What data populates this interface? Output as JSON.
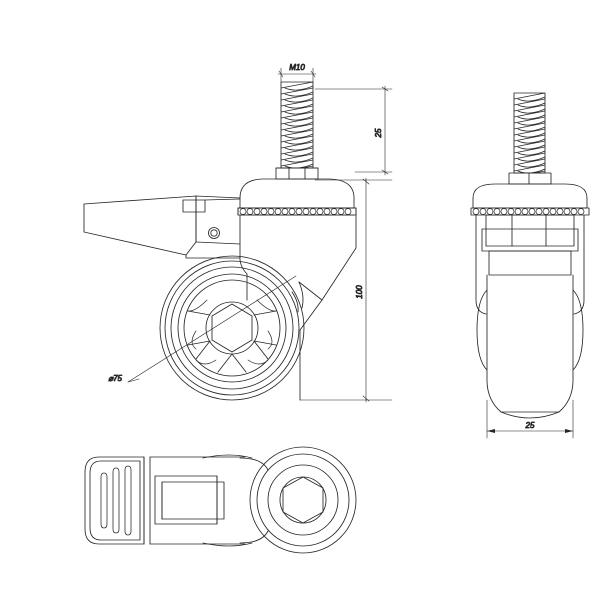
{
  "drawing": {
    "title": "Swivel caster with brake - technical drawing",
    "line_color": "#262626",
    "background_color": "#ffffff",
    "views": [
      {
        "name": "side-view-with-brake",
        "description": "Side elevation of swivel caster showing brake lever, threaded stem, ball race and wheel"
      },
      {
        "name": "front-view",
        "description": "Front elevation of swivel caster showing fork, threaded stem and wheel"
      },
      {
        "name": "top-view",
        "description": "Plan view showing brake pedal with ribs and hexagonal nut"
      }
    ],
    "dimensions": {
      "thread": "M10",
      "stem_length": "25",
      "overall_height": "100",
      "wheel_diameter": "⌀75",
      "tread_width": "25"
    }
  }
}
